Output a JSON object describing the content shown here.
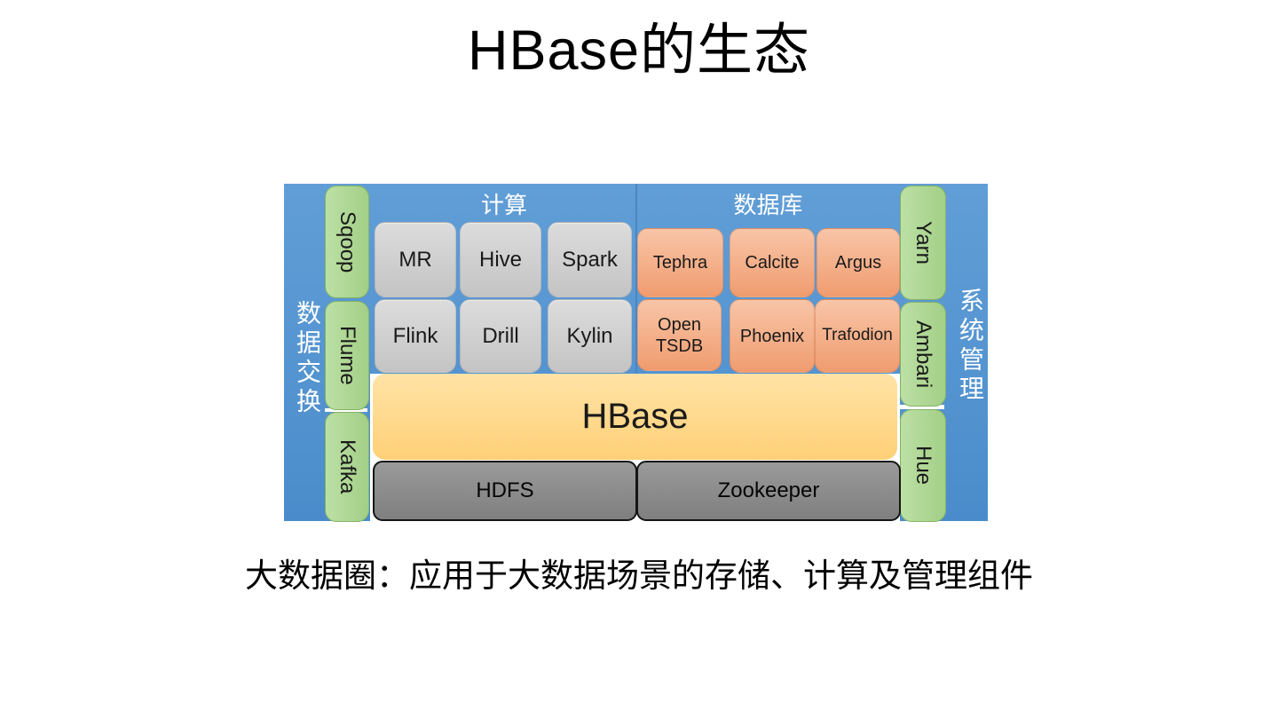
{
  "title": "HBase的生态",
  "caption": "大数据圈：应用于大数据场景的存储、计算及管理组件",
  "panel": {
    "colors": {
      "background_blue": "#5B9BD5",
      "green": "#A9D18E",
      "gray": "#CFCFCF",
      "orange": "#F4A97E",
      "yellow": "#FFD983",
      "dark_gray": "#8C8C8C"
    },
    "left_group": {
      "label": "数据交换",
      "items": [
        {
          "label": "Sqoop"
        },
        {
          "label": "Flume"
        },
        {
          "label": "Kafka"
        }
      ]
    },
    "right_group": {
      "label": "系统管理",
      "items": [
        {
          "label": "Yarn"
        },
        {
          "label": "Ambari"
        },
        {
          "label": "Hue"
        }
      ]
    },
    "compute": {
      "label": "计算",
      "row1": [
        "MR",
        "Hive",
        "Spark"
      ],
      "row2": [
        "Flink",
        "Drill",
        "Kylin"
      ]
    },
    "database": {
      "label": "数据库",
      "row1": [
        "Tephra",
        "Calcite",
        "Argus"
      ],
      "row2": [
        "Open TSDB",
        "Phoenix",
        "Trafodion"
      ]
    },
    "core": {
      "label": "HBase"
    },
    "storage": {
      "items": [
        "HDFS",
        "Zookeeper"
      ]
    }
  }
}
